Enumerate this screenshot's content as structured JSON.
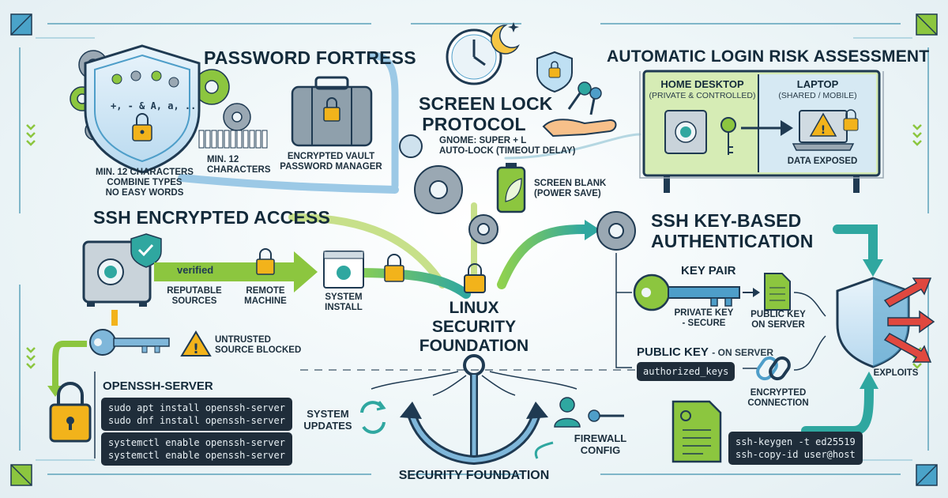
{
  "password_fortress": {
    "title": "PASSWORD FORTRESS",
    "shield_text": "+, - & A, a, ...",
    "rules": [
      "MIN. 12 CHARACTERS",
      "COMBINE TYPES",
      "NO EASY WORDS"
    ],
    "min_label": [
      "MIN. 12",
      "CHARACTERS"
    ],
    "vault_label": [
      "ENCRYPTED VAULT",
      "PASSWORD MANAGER"
    ]
  },
  "screen_lock": {
    "title": [
      "SCREEN LOCK",
      "PROTOCOL"
    ],
    "details": [
      "GNOME: SUPER + L",
      "AUTO-LOCK (TIMEOUT DELAY)"
    ],
    "blank": [
      "SCREEN BLANK",
      "(POWER SAVE)"
    ]
  },
  "auto_login": {
    "title": "AUTOMATIC LOGIN RISK ASSESSMENT",
    "home_title": "HOME DESKTOP",
    "home_sub": "(PRIVATE & CONTROLLED)",
    "laptop_title": "LAPTOP",
    "laptop_sub": "(SHARED / MOBILE)",
    "exposed": "DATA EXPOSED"
  },
  "ssh_access": {
    "title": "SSH ENCRYPTED ACCESS",
    "verified": "verified",
    "reputable": [
      "REPUTABLE",
      "SOURCES"
    ],
    "remote": [
      "REMOTE",
      "MACHINE"
    ],
    "install": [
      "SYSTEM",
      "INSTALL"
    ],
    "untrusted": [
      "UNTRUSTED",
      "SOURCE BLOCKED"
    ],
    "server_title": "OPENSSH-SERVER",
    "install_cmds": [
      "sudo apt install openssh-server",
      "sudo dnf install openssh-server"
    ],
    "enable_cmds": [
      "systemctl enable openssh-server",
      "systemctl enable openssh-server"
    ]
  },
  "center": {
    "title": [
      "LINUX",
      "SECURITY",
      "FOUNDATION"
    ],
    "foundation": "SECURITY FOUNDATION",
    "updates": [
      "SYSTEM",
      "UPDATES"
    ],
    "firewall": [
      "FIREWALL",
      "CONFIG"
    ]
  },
  "ssh_key": {
    "title": [
      "SSH KEY-BASED",
      "AUTHENTICATION"
    ],
    "key_pair": "KEY PAIR",
    "private": [
      "PRIVATE KEY",
      "- SECURE"
    ],
    "public_on_server": [
      "PUBLIC KEY",
      "ON SERVER"
    ],
    "public_key_title": "PUBLIC KEY",
    "public_key_sub": "- ON SERVER",
    "authorized": "authorized_keys",
    "encrypted": [
      "ENCRYPTED",
      "CONNECTION"
    ],
    "exploits": "EXPLOITS",
    "keygen_cmds": [
      "ssh-keygen -t ed25519",
      "ssh-copy-id user@host"
    ]
  },
  "colors": {
    "navy": "#1f3a52",
    "teal": "#2aa39a",
    "green": "#7cc241",
    "blue": "#4e9ec9",
    "warning": "#f2b31b",
    "danger": "#e0483f"
  }
}
